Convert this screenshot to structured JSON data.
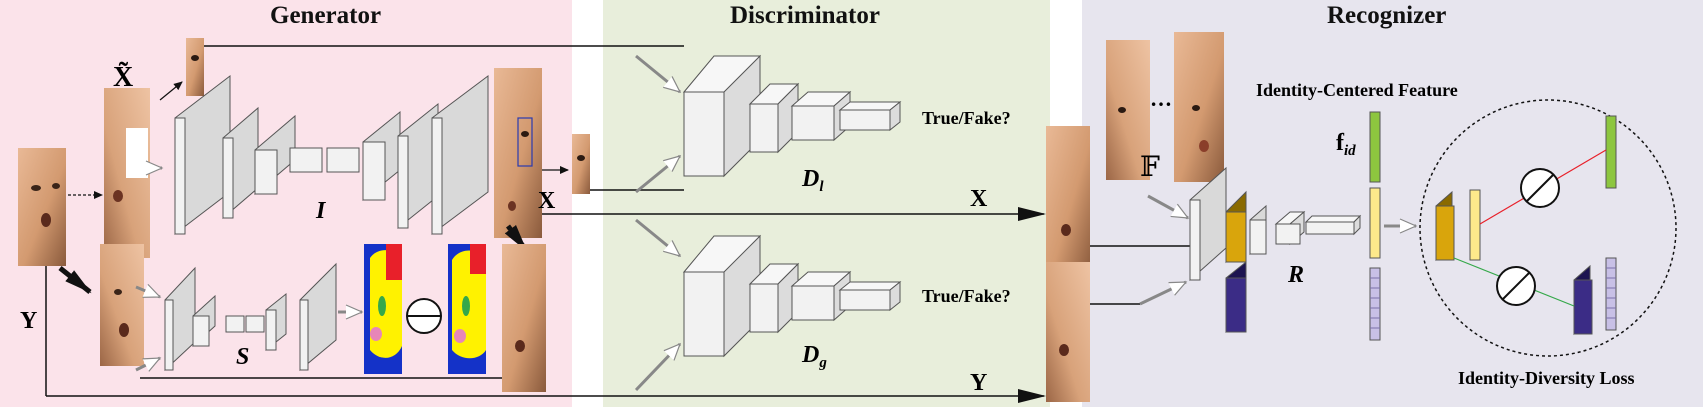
{
  "colors": {
    "generator_bg": "#fbe3ea",
    "discriminator_bg": "#e8eedb",
    "recognizer_bg": "#e7e5ee",
    "face_skin": "#d8a27a",
    "face_shadow": "#a8724f",
    "segmentation_blue": "#1432c8",
    "segmentation_yellow": "#fff200",
    "segmentation_red": "#e8202a",
    "feature_green": "#8dc63f",
    "feature_yellow": "#fde98b",
    "feature_gold": "#d9a50c",
    "feature_purple": "#3b2c86",
    "feature_lavender": "#c8c0e6",
    "line_red": "#e8202a",
    "line_green": "#35a84a"
  },
  "sections": {
    "generator": "Generator",
    "discriminator": "Discriminator",
    "recognizer": "Recognizer"
  },
  "labels": {
    "x_tilde": "X̃",
    "x_out": "X",
    "y_in": "Y",
    "generator_net": "I",
    "segmentation_net": "S",
    "local_discriminator": "D",
    "local_discriminator_sub": "l",
    "global_discriminator": "D",
    "global_discriminator_sub": "g",
    "true_fake_top": "True/Fake?",
    "true_fake_bottom": "True/Fake?",
    "x_to_recognizer": "X",
    "y_to_recognizer": "Y",
    "face_set": "𝔽",
    "face_set_ellipsis": "…",
    "identity_centered_feature": "Identity-Centered Feature",
    "f_id": "f",
    "f_id_sub": "id",
    "recognizer_net": "R",
    "identity_diversity_loss": "Identity-Diversity Loss"
  }
}
